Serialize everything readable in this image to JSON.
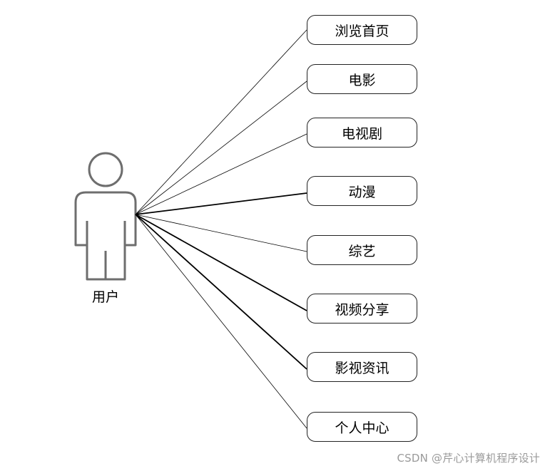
{
  "actor": {
    "label": "用户"
  },
  "use_cases": [
    {
      "label": "浏览首页"
    },
    {
      "label": "电影"
    },
    {
      "label": "电视剧"
    },
    {
      "label": "动漫"
    },
    {
      "label": "综艺"
    },
    {
      "label": "视频分享"
    },
    {
      "label": "影视资讯"
    },
    {
      "label": "个人中心"
    }
  ],
  "watermark": {
    "text": "CSDN @芹心计算机程序设计"
  },
  "colors": {
    "actor_stroke": "#6e6e6e",
    "line": "#000000",
    "box_border": "#222222",
    "watermark": "#9a9a9a"
  }
}
